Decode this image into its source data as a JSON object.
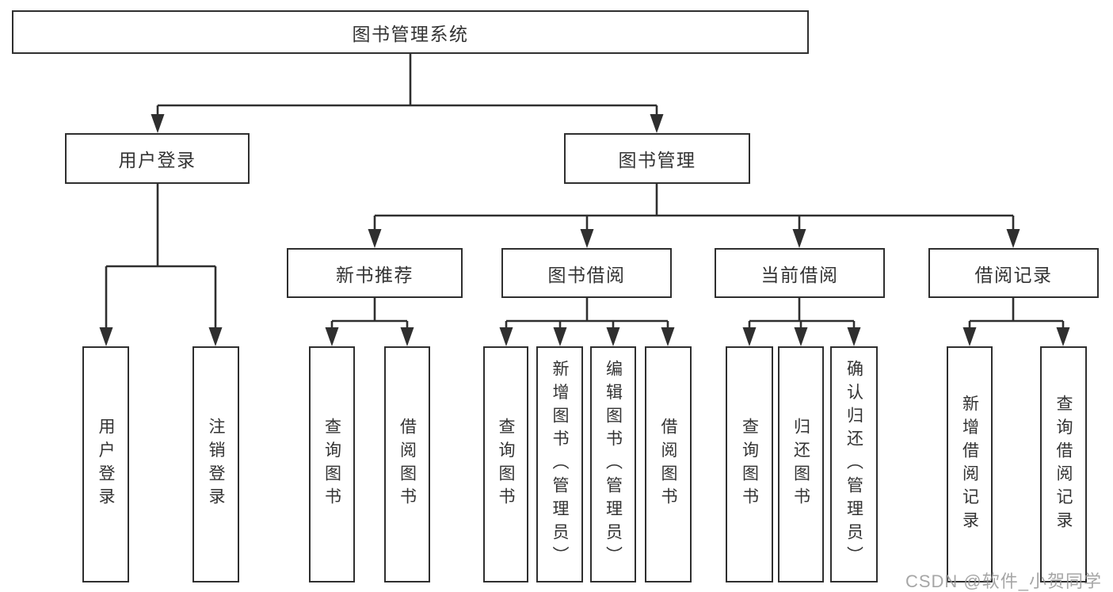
{
  "diagram": {
    "root": {
      "label": "图书管理系统"
    },
    "branches": [
      {
        "label": "用户登录",
        "children": [
          {
            "label": "用户登录"
          },
          {
            "label": "注销登录"
          }
        ]
      },
      {
        "label": "图书管理",
        "children": [
          {
            "label": "新书推荐",
            "children": [
              {
                "label": "查询图书"
              },
              {
                "label": "借阅图书"
              }
            ]
          },
          {
            "label": "图书借阅",
            "children": [
              {
                "label": "查询图书"
              },
              {
                "label": "新增图书（管理员）"
              },
              {
                "label": "编辑图书（管理员）"
              },
              {
                "label": "借阅图书"
              }
            ]
          },
          {
            "label": "当前借阅",
            "children": [
              {
                "label": "查询图书"
              },
              {
                "label": "归还图书"
              },
              {
                "label": "确认归还（管理员）"
              }
            ]
          },
          {
            "label": "借阅记录",
            "children": [
              {
                "label": "新增借阅记录"
              },
              {
                "label": "查询借阅记录"
              }
            ]
          }
        ]
      }
    ]
  },
  "watermark": {
    "text": "CSDN @软件_小贺同学"
  },
  "colors": {
    "line": "#2f2f2f",
    "box_border": "#2f2f2f",
    "text": "#333333",
    "background": "#ffffff",
    "watermark": "#969696"
  }
}
